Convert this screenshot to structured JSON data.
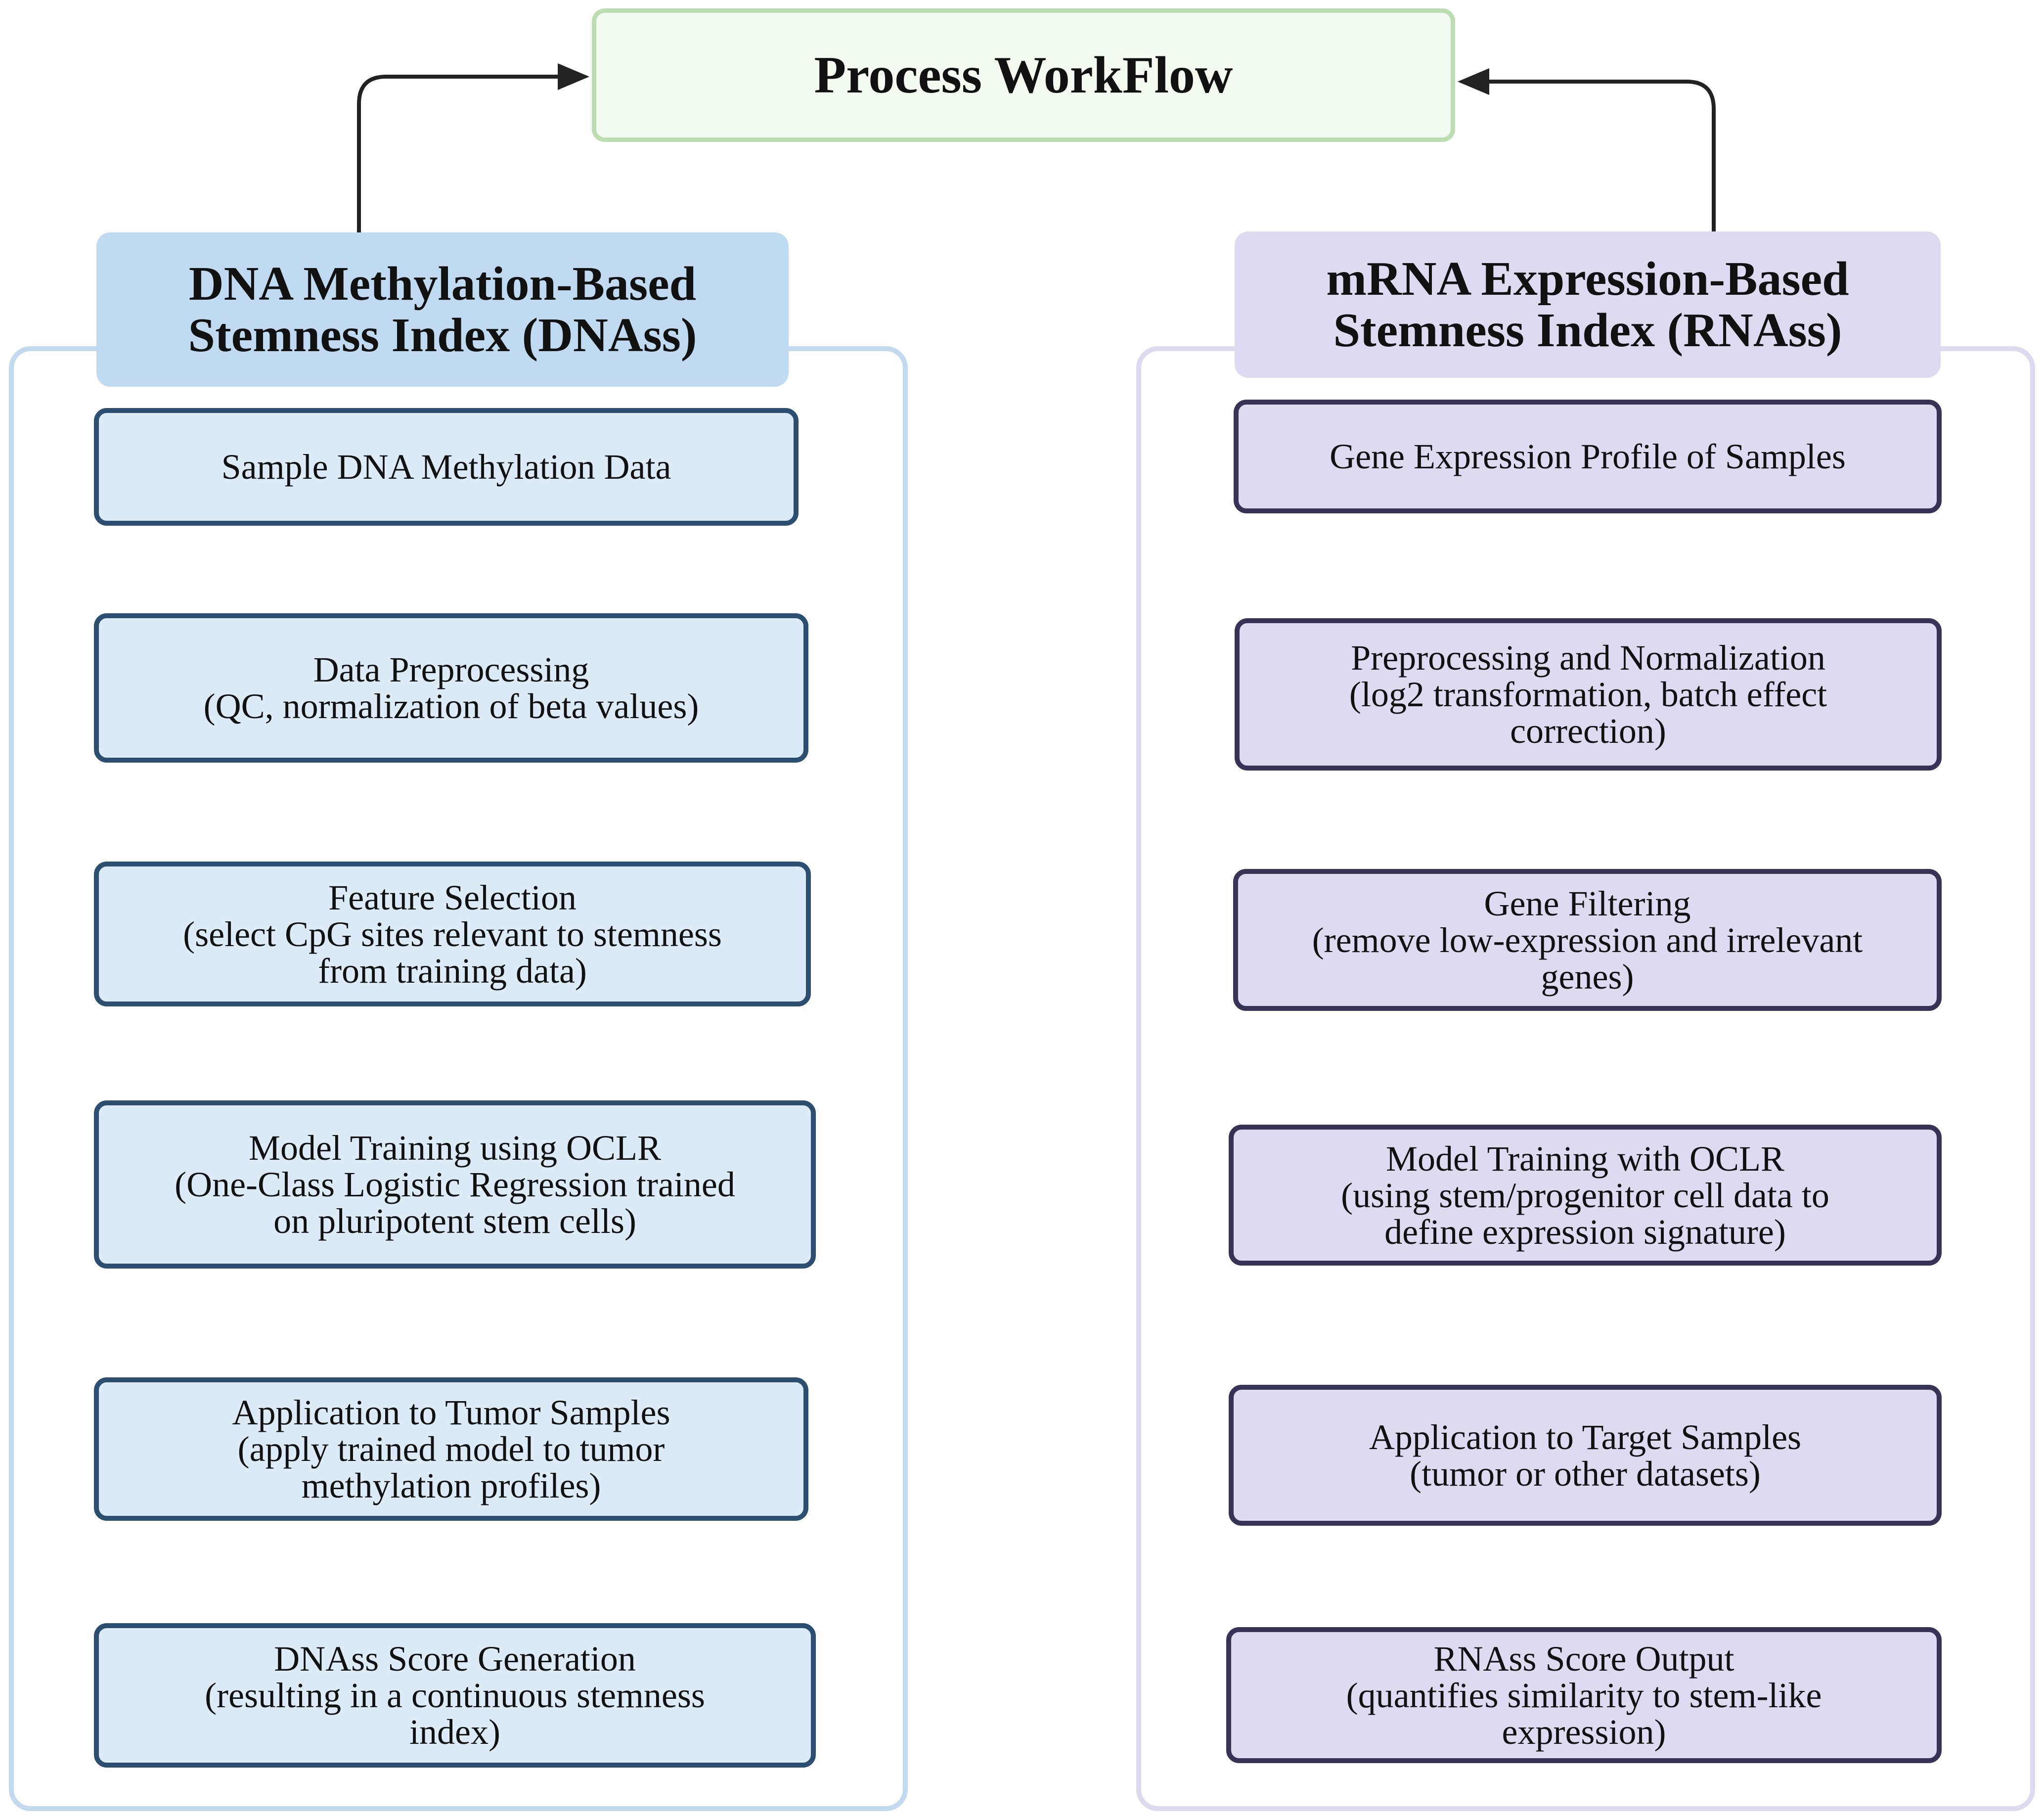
{
  "title": "Process WorkFlow",
  "left": {
    "header": [
      "DNA Methylation-Based",
      "Stemness Index (DNAss)"
    ],
    "steps": [
      {
        "title": "Sample DNA Methylation Data",
        "detail": []
      },
      {
        "title": "Data Preprocessing",
        "detail": [
          "(QC, normalization of beta values)"
        ]
      },
      {
        "title": "Feature Selection",
        "detail": [
          "(select CpG sites relevant to stemness",
          "from training data)"
        ]
      },
      {
        "title": "Model Training using OCLR",
        "detail": [
          "(One-Class Logistic Regression trained",
          "on pluripotent stem cells)"
        ]
      },
      {
        "title": "Application to Tumor Samples",
        "detail": [
          "(apply trained model to tumor",
          "methylation profiles)"
        ]
      },
      {
        "title": "DNAss Score Generation",
        "detail": [
          "(resulting in a continuous stemness",
          "index)"
        ]
      }
    ]
  },
  "right": {
    "header": [
      "mRNA Expression-Based",
      "Stemness Index (RNAss)"
    ],
    "steps": [
      {
        "title": "Gene Expression Profile of Samples",
        "detail": []
      },
      {
        "title": "Preprocessing and Normalization",
        "detail": [
          "(log2 transformation, batch effect",
          "correction)"
        ]
      },
      {
        "title": "Gene Filtering",
        "detail": [
          "(remove low-expression and irrelevant",
          "genes)"
        ]
      },
      {
        "title": "Model Training with OCLR",
        "detail": [
          "(using stem/progenitor cell data to",
          "define expression signature)"
        ]
      },
      {
        "title": "Application to Target Samples",
        "detail": [
          "(tumor or other datasets)"
        ]
      },
      {
        "title": "RNAss Score Output",
        "detail": [
          "(quantifies similarity to stem-like",
          "expression)"
        ]
      }
    ]
  },
  "colors": {
    "title_fill": "#f4fbf0",
    "title_border": "#bcdcb1",
    "left_header": "#bfdaf1",
    "left_step_fill": "#ddebf8",
    "left_step_border": "#2c4e70",
    "left_panel_border": "#c2d9ee",
    "right_header": "#dddaf1",
    "right_step_fill": "#dddaf2",
    "right_step_border": "#363356",
    "right_panel_border": "#dcdaee",
    "arrow": "#222222"
  }
}
